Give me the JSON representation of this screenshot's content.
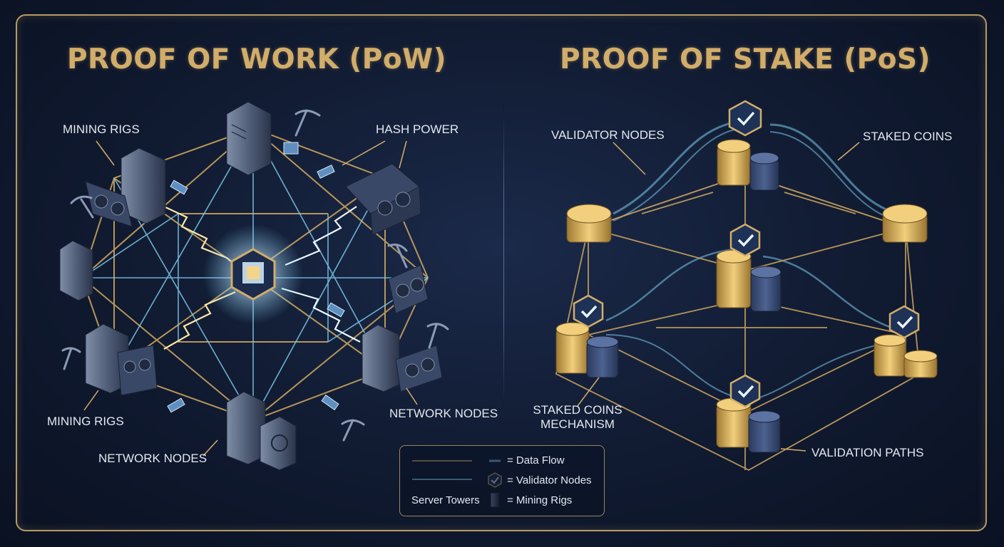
{
  "colors": {
    "gold": "#d2ad6a",
    "cyan": "#7cc9ec",
    "frame": "#b89a63",
    "background": "#101a30"
  },
  "titles": {
    "pow": "PROOF OF WORK (PoW)",
    "pos": "PROOF OF STAKE (PoS)"
  },
  "pow_labels": {
    "mining_rigs_top": "MINING RIGS",
    "hash_power": "HASH POWER",
    "mining_rigs_bottom": "MINING RIGS",
    "network_nodes_bottom": "NETWORK NODES",
    "network_nodes_right": "NETWORK NODES"
  },
  "pos_labels": {
    "validator_nodes": "VALIDATOR NODES",
    "staked_coins": "STAKED COINS",
    "staked_coins_mechanism_1": "STAKED COINS",
    "staked_coins_mechanism_2": "MECHANISM",
    "validation_paths": "VALIDATION PATHS"
  },
  "legend": {
    "data_flow": "= Data Flow",
    "validator_nodes": "= Validator Nodes",
    "server_towers": "Server Towers",
    "mining_rigs": "= Mining Rigs"
  },
  "icons": [
    "server-tower-icon",
    "gpu-rig-icon",
    "pickaxe-icon",
    "block-cube-icon",
    "lightning-icon",
    "coin-stack-icon",
    "check-hexagon-icon"
  ]
}
